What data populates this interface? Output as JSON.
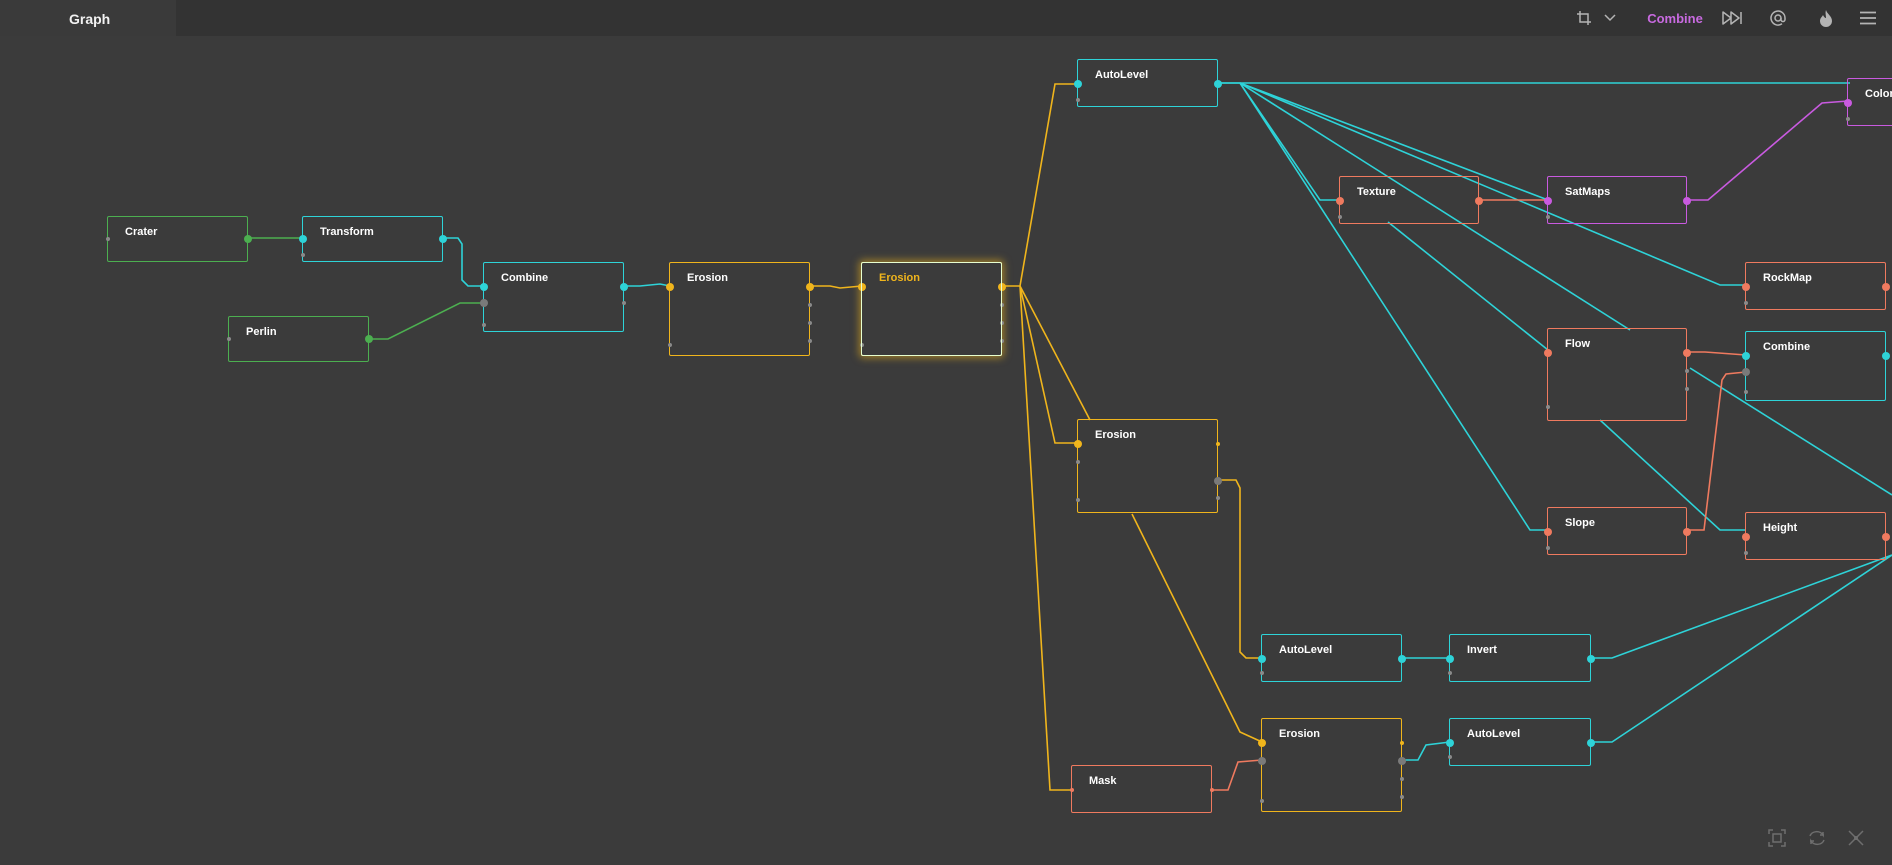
{
  "header": {
    "tab_title": "Graph",
    "active_mode_label": "Combine"
  },
  "colors": {
    "background": "#3b3b3b",
    "topbar": "#333333",
    "generator": "#4caf50",
    "adjustment": "#2ed3d8",
    "erosion": "#f0b51c",
    "data_map": "#ef7a5f",
    "color": "#c95ae0",
    "accent": "#c86ae0"
  },
  "toolbar_icons": [
    "crop-icon",
    "chevron-down-icon",
    "play-forward-icon",
    "at-icon",
    "flame-icon",
    "menu-icon"
  ],
  "bottom_tools": [
    "frame-all-icon",
    "refresh-icon",
    "auto-arrange-icon"
  ],
  "nodes": {
    "crater": "Crater",
    "transform": "Transform",
    "perlin": "Perlin",
    "combine_1": "Combine",
    "erosion_1": "Erosion",
    "erosion_selected": "Erosion",
    "autolevel_top": "AutoLevel",
    "erosion_2": "Erosion",
    "mask": "Mask",
    "autolevel_mid": "AutoLevel",
    "invert": "Invert",
    "erosion_3": "Erosion",
    "autolevel_bottom": "AutoLevel",
    "texture": "Texture",
    "satmaps": "SatMaps",
    "color": "Color",
    "rockmap": "RockMap",
    "flow": "Flow",
    "combine_2": "Combine",
    "slope": "Slope",
    "height": "Height"
  }
}
